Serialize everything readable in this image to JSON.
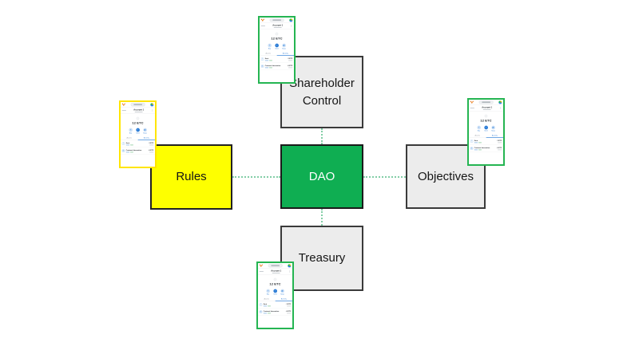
{
  "canvas": {
    "background": "#ffffff"
  },
  "colors": {
    "dao_fill": "#0fae52",
    "rules_fill": "#feff00",
    "gray_fill": "#ececec",
    "box_border_dark": "#3a3a3a",
    "connector_dotted": "#82cea6",
    "mini_border_green": "#25b552",
    "mini_border_yellow": "#ffe500",
    "wallet_blue": "#2b7cd6",
    "fox_orange": "#f6851b"
  },
  "nodes": {
    "shareholder": {
      "label": "Shareholder Control"
    },
    "rules": {
      "label": "Rules"
    },
    "dao": {
      "label": "DAO"
    },
    "objectives": {
      "label": "Objectives"
    },
    "treasury": {
      "label": "Treasury"
    }
  },
  "wallet": {
    "account_label": "Account 1",
    "menu_icon": "⋮",
    "balance": "12 ETC",
    "actions": [
      {
        "label": "Buy",
        "glyph": "+"
      },
      {
        "label": "Send",
        "glyph": "↑"
      },
      {
        "label": "Swap",
        "glyph": "⇄"
      }
    ],
    "tabs": [
      {
        "label": "Assets"
      },
      {
        "label": "Activity"
      }
    ],
    "transactions": [
      {
        "title": "Sent",
        "icon": "↗",
        "amount": "-1 ETC"
      },
      {
        "title": "Contract Interaction",
        "icon": "▤",
        "amount": "-0 ETC"
      }
    ]
  }
}
